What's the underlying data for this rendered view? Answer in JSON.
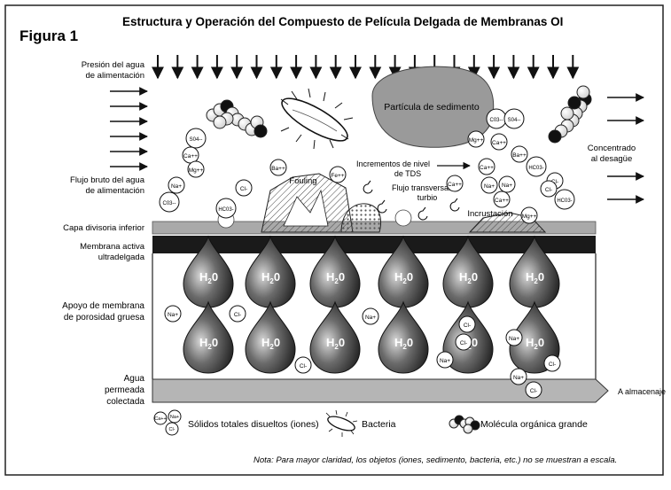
{
  "figure_label": "Figura 1",
  "title": "Estructura y Operación del Compuesto de Película Delgada de Membranas OI",
  "labels": {
    "feed_pressure_1": "Presión del agua",
    "feed_pressure_2": "de alimentación",
    "bulk_flow_1": "Flujo bruto del agua",
    "bulk_flow_2": "de alimentación",
    "barrier_layer": "Capa divisoria inferior",
    "active_membrane_1": "Membrana activa",
    "active_membrane_2": "ultradelgada",
    "support_1": "Apoyo de membrana",
    "support_2": "de porosidad gruesa",
    "permeate_1": "Agua",
    "permeate_2": "permeada",
    "permeate_3": "colectada",
    "sediment": "Partícula de sedimento",
    "concentrate_1": "Concentrado",
    "concentrate_2": "al desagüe",
    "fouling": "Fouling",
    "tds_1": "Incrementos de nivel",
    "tds_2": "de TDS",
    "crossflow_1": "Flujo transversal",
    "crossflow_2": "turbio",
    "scaling": "Incrustación",
    "to_storage": "A almacenaje"
  },
  "water_drop": {
    "base": "H",
    "sub": "2",
    "tail": "0"
  },
  "ions": {
    "so4": "S04--",
    "ca": "Ca++",
    "mg": "Mg++",
    "na": "Na+",
    "co3": "C03--",
    "cl": "Cl-",
    "hco3": "HC03-",
    "ba": "Ba++",
    "fe": "Fe++",
    "co3b": "C03--",
    "so4b": "S04--"
  },
  "legend": {
    "solids": "Sólidos totales disueltos (iones)",
    "bacteria": "Bacteria",
    "organic": "Molécula orgánica grande",
    "legend_ions": [
      "Ca++",
      "Na+",
      "Cl-"
    ]
  },
  "note": "Nota: Para mayor claridad, los objetos (iones, sedimento, bacteria, etc.) no se muestran a escala.",
  "colors": {
    "membrane_dark": "#1a1a1a",
    "barrier_gray": "#a9a9a9",
    "sediment_gray": "#9a9a9a",
    "permeate_channel": "#b5b5b5",
    "drop_dark": "#222222"
  }
}
